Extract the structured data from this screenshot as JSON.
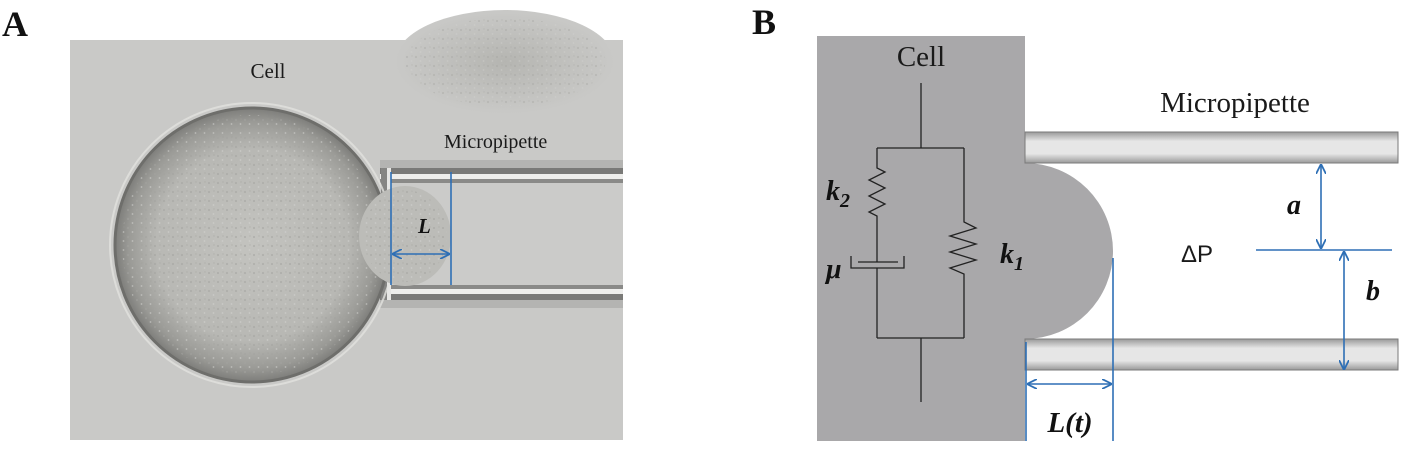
{
  "panels": {
    "a": {
      "letter": "A",
      "cell_label": "Cell",
      "pipette_label": "Micropipette",
      "length_label": "L"
    },
    "b": {
      "letter": "B",
      "cell_label": "Cell",
      "pipette_label": "Micropipette",
      "k2_main": "k",
      "k2_sub": "2",
      "mu_label": "μ",
      "k1_main": "k",
      "k1_sub": "1",
      "a_label": "a",
      "pressure_label": "ΔP",
      "b_label": "b",
      "lt_label": "L(t)"
    }
  },
  "colors": {
    "annotation_blue": "#2e6fb5",
    "cell_gray": "#a9a8aa",
    "wall_fill": "#dcdcdc",
    "micrograph_bg": "#c9c9c7"
  }
}
